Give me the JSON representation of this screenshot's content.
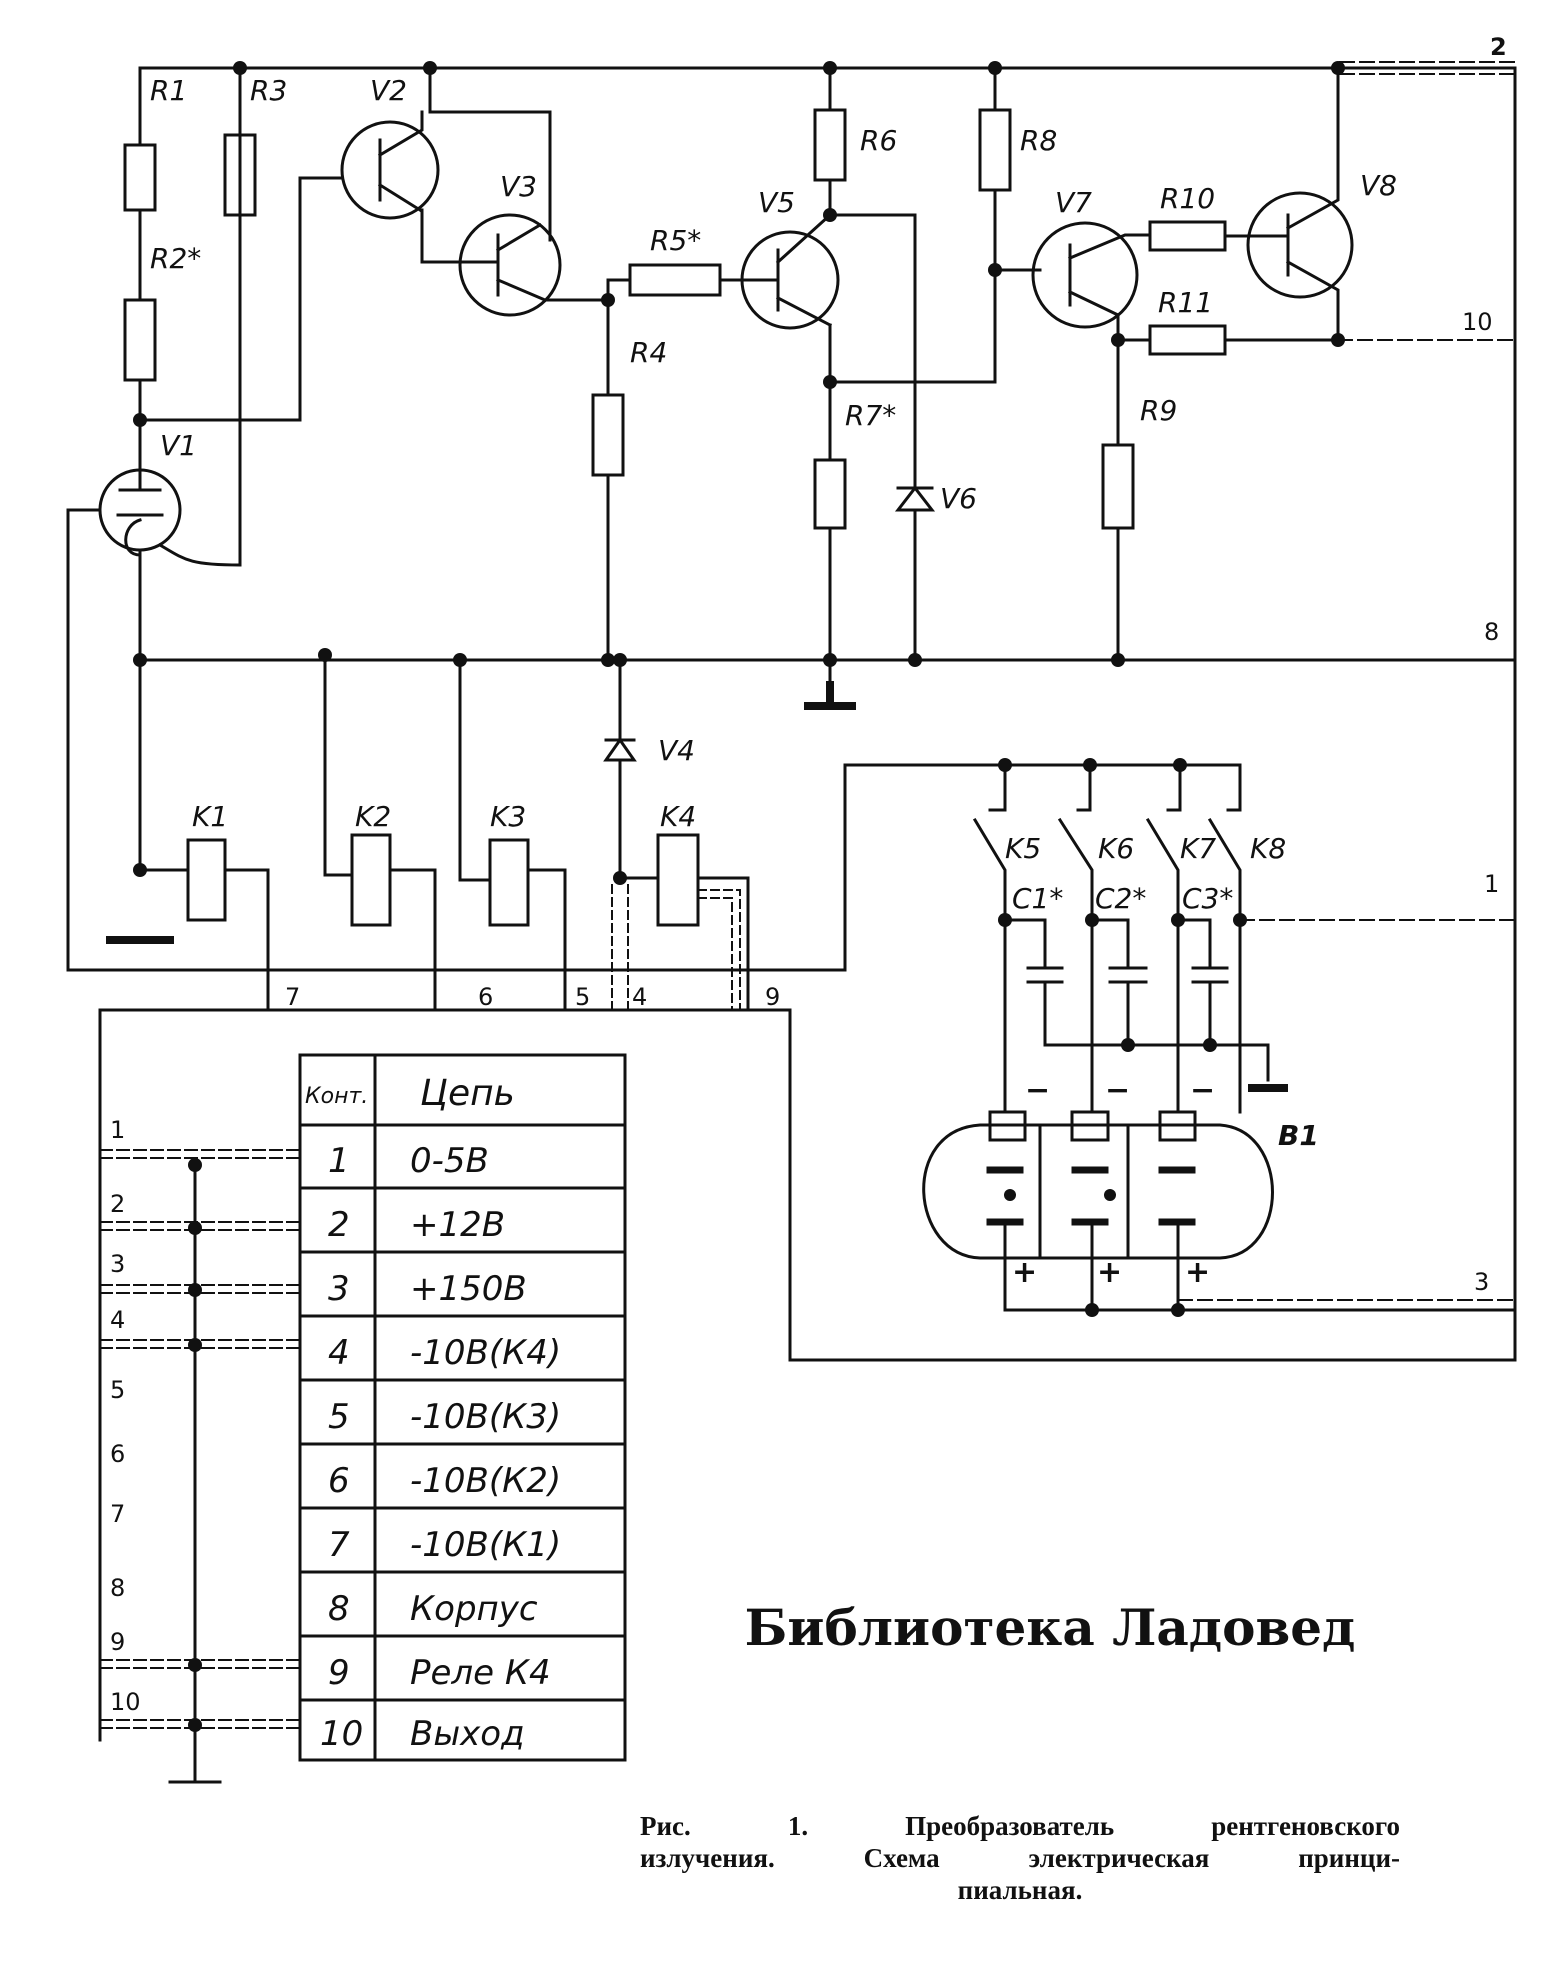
{
  "labels": {
    "R1": "R1",
    "R3": "R3",
    "V2": "V2",
    "V3": "V3",
    "R2": "R2*",
    "V1": "V1",
    "R5": "R5*",
    "V5": "V5",
    "R6": "R6",
    "R4": "R4",
    "R7": "R7*",
    "V6": "V6",
    "R8": "R8",
    "V7": "V7",
    "R10": "R10",
    "V8": "V8",
    "R11": "R11",
    "R9": "R9",
    "V4": "V4",
    "K1": "K1",
    "K2": "K2",
    "K3": "K3",
    "K4": "K4",
    "K5": "K5",
    "K6": "K6",
    "K7": "K7",
    "K8": "K8",
    "C1": "C1*",
    "C2": "C2*",
    "C3": "C3*",
    "B1": "B1"
  },
  "terminals": {
    "t2": "2",
    "t10": "10",
    "t8": "8",
    "t1": "1",
    "t3": "3",
    "t7": "7",
    "t6": "6",
    "t5": "5",
    "t4": "4",
    "t9": "9"
  },
  "polarity": {
    "minus": "−",
    "plus": "+"
  },
  "connector_pins": [
    "1",
    "2",
    "3",
    "4",
    "5",
    "6",
    "7",
    "8",
    "9",
    "10"
  ],
  "table": {
    "header_contact": "Конт.",
    "header_circuit": "Цепь",
    "rows": [
      {
        "contact": "1",
        "circuit": "0-5В"
      },
      {
        "contact": "2",
        "circuit": "+12В"
      },
      {
        "contact": "3",
        "circuit": "+150В"
      },
      {
        "contact": "4",
        "circuit": "-10В(К4)"
      },
      {
        "contact": "5",
        "circuit": "-10В(К3)"
      },
      {
        "contact": "6",
        "circuit": "-10В(К2)"
      },
      {
        "contact": "7",
        "circuit": "-10В(К1)"
      },
      {
        "contact": "8",
        "circuit": "Корпус"
      },
      {
        "contact": "9",
        "circuit": "Реле К4"
      },
      {
        "contact": "10",
        "circuit": "Выход"
      }
    ]
  },
  "watermark": "Библиотека Ладовед",
  "caption": {
    "line1": "Рис. 1. Преобразователь рентгеновского",
    "line2": "излучения. Схема электрическая принци-",
    "line3": "пиальная."
  }
}
